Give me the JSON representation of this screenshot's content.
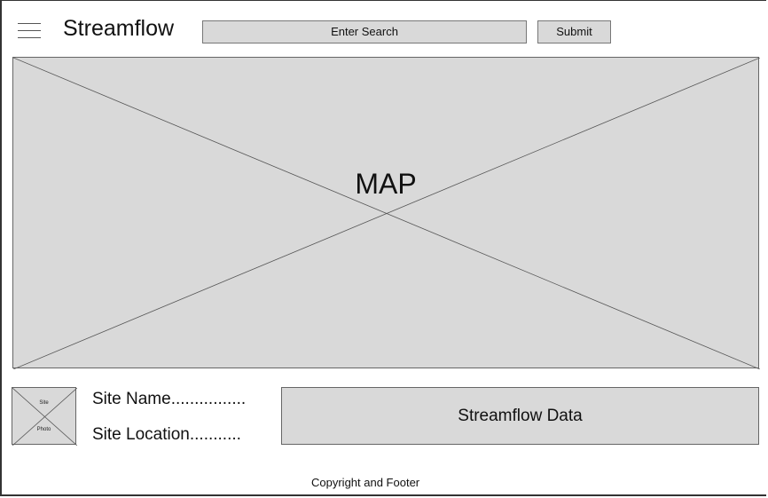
{
  "header": {
    "app_title": "Streamflow",
    "menu_icon": "hamburger-menu-icon",
    "search_placeholder": "Enter Search",
    "submit_label": "Submit"
  },
  "map": {
    "label": "MAP"
  },
  "site": {
    "photo_label_top": "Site",
    "photo_label_bottom": "Photo",
    "name_label": "Site Name................",
    "location_label": "Site Location..........."
  },
  "streamflow": {
    "label": "Streamflow Data"
  },
  "footer": {
    "text": "Copyright and Footer"
  }
}
